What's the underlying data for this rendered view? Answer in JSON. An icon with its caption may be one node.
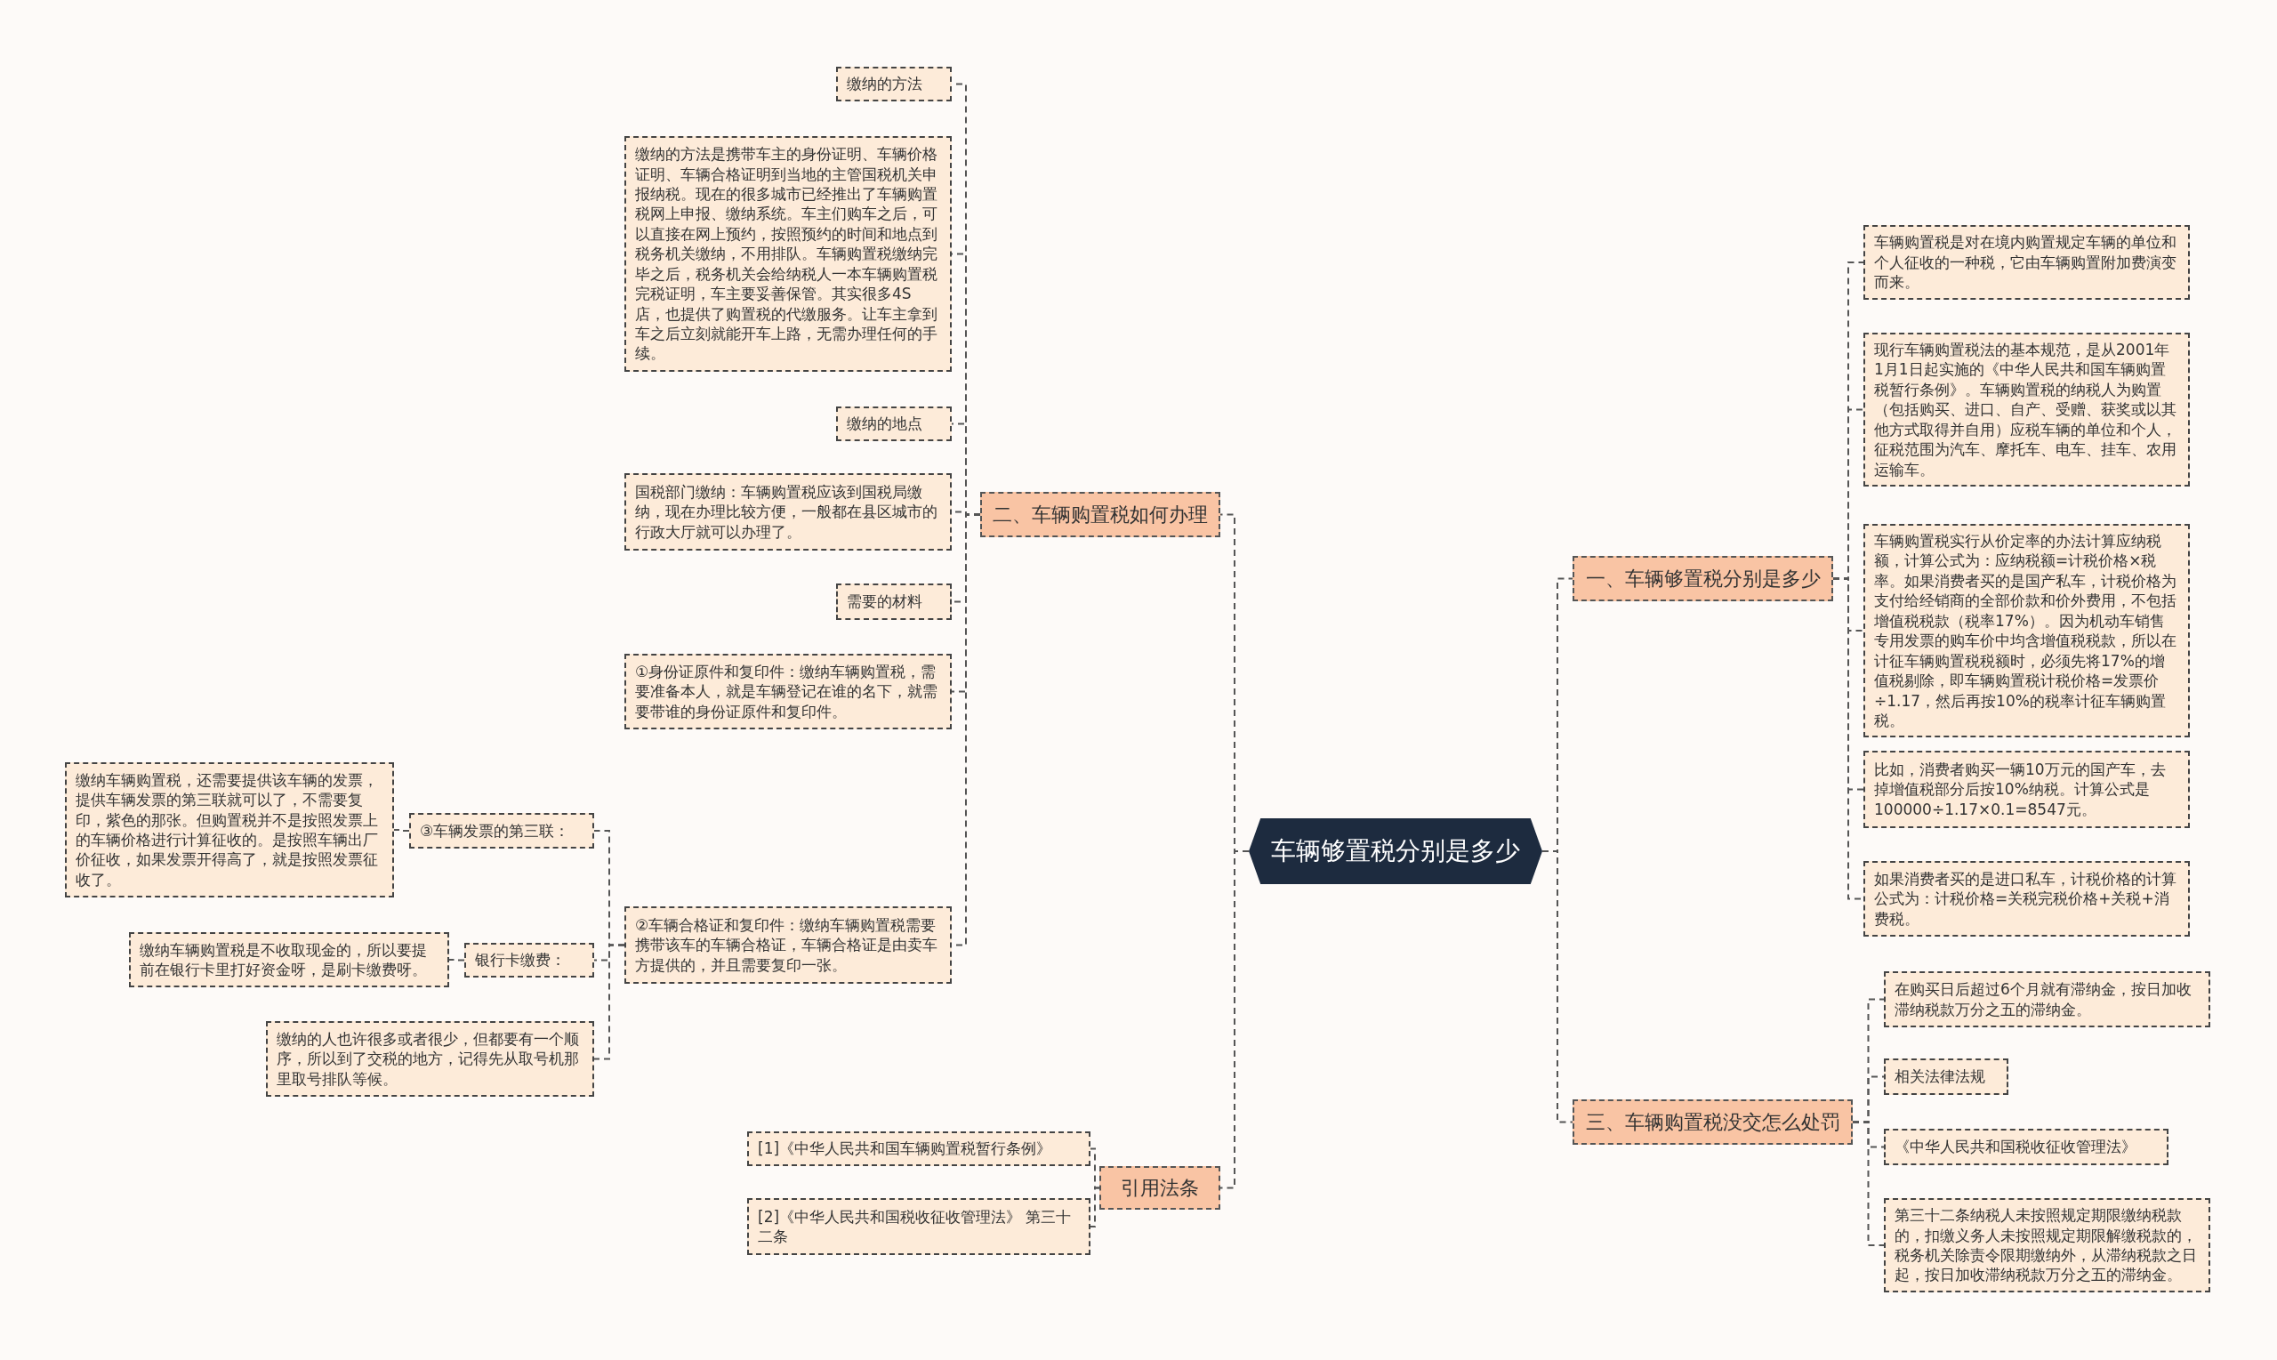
{
  "diagram": {
    "nodes": [
      {
        "text": [
          "车辆够置税分别是多少"
        ]
      },
      {
        "text": [
          "一、车辆够置税分别是多少"
        ]
      },
      {
        "text": [
          "车辆购置税是对在境内购置规定车辆的单位和个人征收的一种税，它由车辆购置附加费演变而来。"
        ]
      },
      {
        "text": [
          "现行车辆购置税法的基本规范，是从2001年1月1日起实施的《中华人民共和国车辆购置税暂行条例》。车辆购置税的纳税人为购置（包括购买、进口、自产、受赠、获奖或以其他方式取得并自用）应税车辆的单位和个人，征税范围为汽车、摩托车、电车、挂车、农用运输车。"
        ]
      },
      {
        "text": [
          "车辆购置税实行从价定率的办法计算应纳税额，计算公式为：应纳税额=计税价格×税率。如果消费者买的是国产私车，计税价格为支付给经销商的全部价款和价外费用，不包括增值税税款（税率17%）。因为机动车销售专用发票的购车价中均含增值税税款，所以在计征车辆购置税税额时，必须先将17%的增值税剔除，即车辆购置税计税价格=发票价÷1.17，然后再按10%的税率计征车辆购置税。"
        ]
      },
      {
        "text": [
          "比如，消费者购买一辆10万元的国产车，去掉增值税部分后按10%纳税。计算公式是100000÷1.17×0.1=8547元。"
        ]
      },
      {
        "text": [
          "如果消费者买的是进口私车，计税价格的计算公式为：计税价格=关税完税价格+关税+消费税。"
        ]
      },
      {
        "text": [
          "三、车辆购置税没交怎么处罚"
        ]
      },
      {
        "text": [
          "在购买日后超过6个月就有滞纳金，按日加收滞纳税款万分之五的滞纳金。"
        ]
      },
      {
        "text": [
          "相关法律法规"
        ]
      },
      {
        "text": [
          "《中华人民共和国税收征收管理法》"
        ]
      },
      {
        "text": [
          "第三十二条纳税人未按照规定期限缴纳税款的，扣缴义务人未按照规定期限解缴税款的，税务机关除责令限期缴纳外，从滞纳税款之日起，按日加收滞纳税款万分之五的滞纳金。"
        ]
      },
      {
        "text": [
          "二、车辆购置税如何办理"
        ]
      },
      {
        "text": [
          "缴纳的方法"
        ]
      },
      {
        "text": [
          "缴纳的方法是携带车主的身份证明、车辆价格证明、车辆合格证明到当地的主管国税机关申报纳税。现在的很多城市已经推出了车辆购置税网上申报、缴纳系统。车主们购车之后，可以直接在网上预约，按照预约的时间和地点到税务机关缴纳，不用排队。车辆购置税缴纳完毕之后，税务机关会给纳税人一本车辆购置税完税证明，车主要妥善保管。其实很多4S店，也提供了购置税的代缴服务。让车主拿到车之后立刻就能开车上路，无需办理任何的手续。"
        ]
      },
      {
        "text": [
          "缴纳的地点"
        ]
      },
      {
        "text": [
          "国税部门缴纳：车辆购置税应该到国税局缴纳，现在办理比较方便，一般都在县区城市的行政大厅就可以办理了。"
        ]
      },
      {
        "text": [
          "需要的材料"
        ]
      },
      {
        "text": [
          "①身份证原件和复印件：缴纳车辆购置税，需要准备本人，就是车辆登记在谁的名下，就需要带谁的身份证原件和复印件。"
        ]
      },
      {
        "text": [
          "②车辆合格证和复印件：缴纳车辆购置税需要携带该车的车辆合格证，车辆合格证是由卖车方提供的，并且需要复印一张。"
        ]
      },
      {
        "text": [
          "③车辆发票的第三联："
        ]
      },
      {
        "text": [
          "缴纳车辆购置税，还需要提供该车辆的发票，提供车辆发票的第三联就可以了，不需要复印，紫色的那张。但购置税并不是按照发票上的车辆价格进行计算征收的。是按照车辆出厂价征收，如果发票开得高了，就是按照发票征收了。"
        ]
      },
      {
        "text": [
          "银行卡缴费："
        ]
      },
      {
        "text": [
          "缴纳车辆购置税是不收取现金的，所以要提前在银行卡里打好资金呀，是刷卡缴费呀。"
        ]
      },
      {
        "text": [
          "缴纳的人也许很多或者很少，但都要有一个顺序，所以到了交税的地方，记得先从取号机那里取号排队等候。"
        ]
      },
      {
        "text": [
          "引用法条"
        ]
      },
      {
        "text": [
          "[1]《中华人民共和国车辆购置税暂行条例》"
        ]
      },
      {
        "text": [
          "[2]《中华人民共和国税收征收管理法》 第三十二条"
        ]
      }
    ],
    "edges": [
      {
        "from": 0,
        "to": 1,
        "arrow": "none",
        "style": "dashed"
      },
      {
        "from": 1,
        "to": 2,
        "arrow": "none",
        "style": "dashed"
      },
      {
        "from": 1,
        "to": 3,
        "arrow": "none",
        "style": "dashed"
      },
      {
        "from": 1,
        "to": 4,
        "arrow": "none",
        "style": "dashed"
      },
      {
        "from": 1,
        "to": 5,
        "arrow": "none",
        "style": "dashed"
      },
      {
        "from": 1,
        "to": 6,
        "arrow": "none",
        "style": "dashed"
      },
      {
        "from": 0,
        "to": 7,
        "arrow": "none",
        "style": "dashed"
      },
      {
        "from": 7,
        "to": 8,
        "arrow": "none",
        "style": "dashed"
      },
      {
        "from": 7,
        "to": 9,
        "arrow": "none",
        "style": "dashed"
      },
      {
        "from": 7,
        "to": 10,
        "arrow": "none",
        "style": "dashed"
      },
      {
        "from": 7,
        "to": 11,
        "arrow": "none",
        "style": "dashed"
      },
      {
        "from": 0,
        "to": 12,
        "arrow": "none",
        "style": "dashed"
      },
      {
        "from": 12,
        "to": 13,
        "arrow": "none",
        "style": "dashed"
      },
      {
        "from": 12,
        "to": 14,
        "arrow": "none",
        "style": "dashed"
      },
      {
        "from": 12,
        "to": 15,
        "arrow": "none",
        "style": "dashed"
      },
      {
        "from": 12,
        "to": 16,
        "arrow": "none",
        "style": "dashed"
      },
      {
        "from": 12,
        "to": 17,
        "arrow": "none",
        "style": "dashed"
      },
      {
        "from": 12,
        "to": 18,
        "arrow": "none",
        "style": "dashed"
      },
      {
        "from": 12,
        "to": 19,
        "arrow": "none",
        "style": "dashed"
      },
      {
        "from": 19,
        "to": 20,
        "arrow": "none",
        "style": "dashed"
      },
      {
        "from": 20,
        "to": 21,
        "arrow": "none",
        "style": "dashed"
      },
      {
        "from": 19,
        "to": 22,
        "arrow": "none",
        "style": "dashed"
      },
      {
        "from": 22,
        "to": 23,
        "arrow": "none",
        "style": "dashed"
      },
      {
        "from": 19,
        "to": 24,
        "arrow": "none",
        "style": "dashed"
      },
      {
        "from": 0,
        "to": 25,
        "arrow": "none",
        "style": "dashed"
      },
      {
        "from": 25,
        "to": 26,
        "arrow": "none",
        "style": "dashed"
      },
      {
        "from": 25,
        "to": 27,
        "arrow": "none",
        "style": "dashed"
      }
    ]
  }
}
